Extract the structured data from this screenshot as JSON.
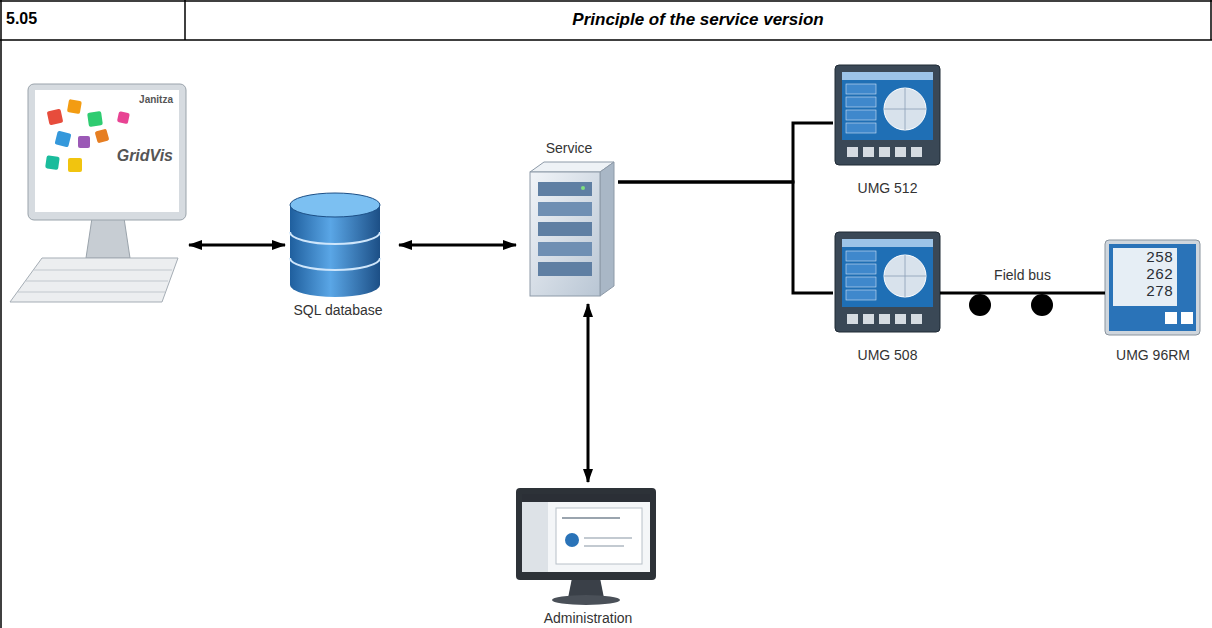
{
  "diagram": {
    "title": "Principle of the service version",
    "nodes": [
      {
        "text": [
          "Janitza",
          "GridVis"
        ]
      },
      {
        "text": [
          "SQL database"
        ]
      },
      {
        "text": [
          "Service"
        ]
      },
      {
        "text": [
          "UMG 512"
        ]
      },
      {
        "text": [
          "UMG 508"
        ]
      },
      {
        "text": [
          "UMG 96RM"
        ]
      },
      {
        "text": [
          "Administration"
        ]
      }
    ],
    "edges": [
      {
        "from": 0,
        "to": 1,
        "arrow": "both"
      },
      {
        "from": 1,
        "to": 2,
        "arrow": "both"
      },
      {
        "from": 2,
        "to": 6,
        "arrow": "both"
      },
      {
        "from": 2,
        "to": 3,
        "arrow": "none"
      },
      {
        "from": 2,
        "to": 4,
        "arrow": "none"
      },
      {
        "from": 4,
        "to": 5,
        "label": "Field bus",
        "arrow": "none"
      }
    ],
    "labels": [
      "5.05",
      "258",
      "262",
      "278"
    ]
  }
}
